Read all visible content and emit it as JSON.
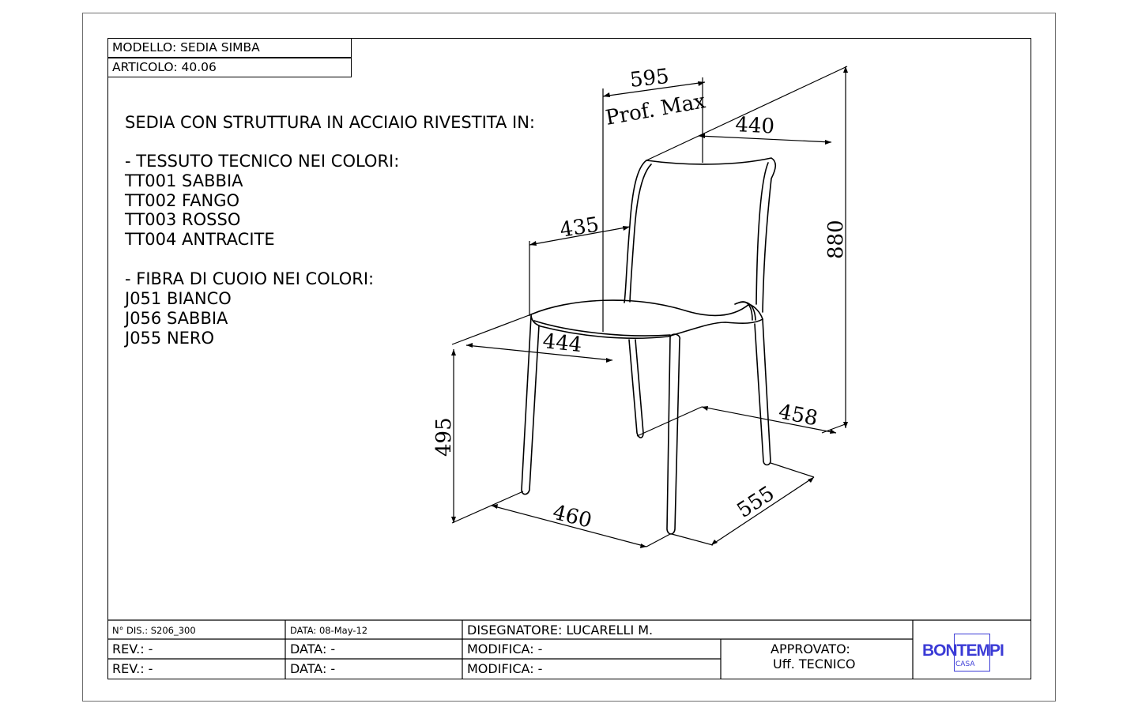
{
  "header": {
    "modello": "MODELLO: SEDIA SIMBA",
    "articolo": "ARTICOLO: 40.06"
  },
  "description": {
    "intro": "SEDIA CON STRUTTURA IN ACCIAIO RIVESTITA IN:",
    "fabric_title": "- TESSUTO TECNICO NEI COLORI:",
    "fabric_colors": [
      "TT001 SABBIA",
      "TT002 FANGO",
      "TT003 ROSSO",
      "TT004 ANTRACITE"
    ],
    "leather_title": "- FIBRA DI CUOIO NEI COLORI:",
    "leather_colors": [
      "J051 BIANCO",
      "J056 SABBIA",
      "J055 NERO"
    ]
  },
  "dimensions": {
    "depth_max": "595",
    "depth_max_label": "Prof. Max",
    "back_width": "440",
    "seat_depth": "435",
    "total_height": "880",
    "seat_width": "444",
    "seat_height": "495",
    "rear_leg_span": "458",
    "front_width": "460",
    "side_depth": "555"
  },
  "title_block": {
    "n_dis": "N° DIS.: S206_300",
    "data": "DATA: 08-May-12",
    "disegnatore": "DISEGNATORE: LUCARELLI M.",
    "rev1": "REV.: -",
    "data1": "DATA: -",
    "modifica1": "MODIFICA: -",
    "rev2": "REV.: -",
    "data2": "DATA: -",
    "modifica2": "MODIFICA: -",
    "approvato": "APPROVATO:",
    "ufficio": "Uff. TECNICO",
    "logo_text": "BONTEMPI",
    "logo_sub": "CASA",
    "logo_color": "#3b3bd6"
  }
}
